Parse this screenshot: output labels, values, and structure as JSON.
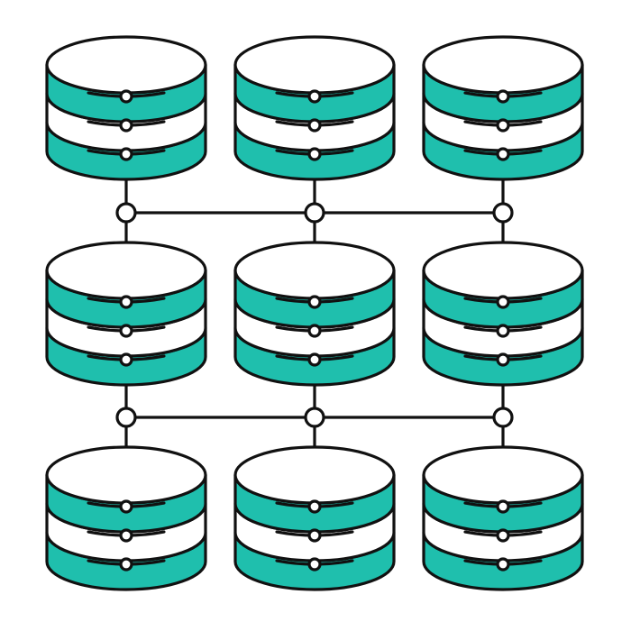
{
  "illustration": {
    "subject": "database-cluster-network-icon",
    "colors": {
      "background": "#ffffff",
      "outline": "#111111",
      "accent": "#1fbfad",
      "plain": "#ffffff"
    },
    "grid": {
      "rows": 3,
      "columns": 3
    },
    "database": {
      "bands": [
        "accent",
        "plain",
        "accent"
      ],
      "slot_per_band": true
    },
    "connections": [
      {
        "between_rows": [
          1,
          2
        ],
        "nodes_per_link": 3
      },
      {
        "between_rows": [
          2,
          3
        ],
        "nodes_per_link": 3
      }
    ]
  }
}
